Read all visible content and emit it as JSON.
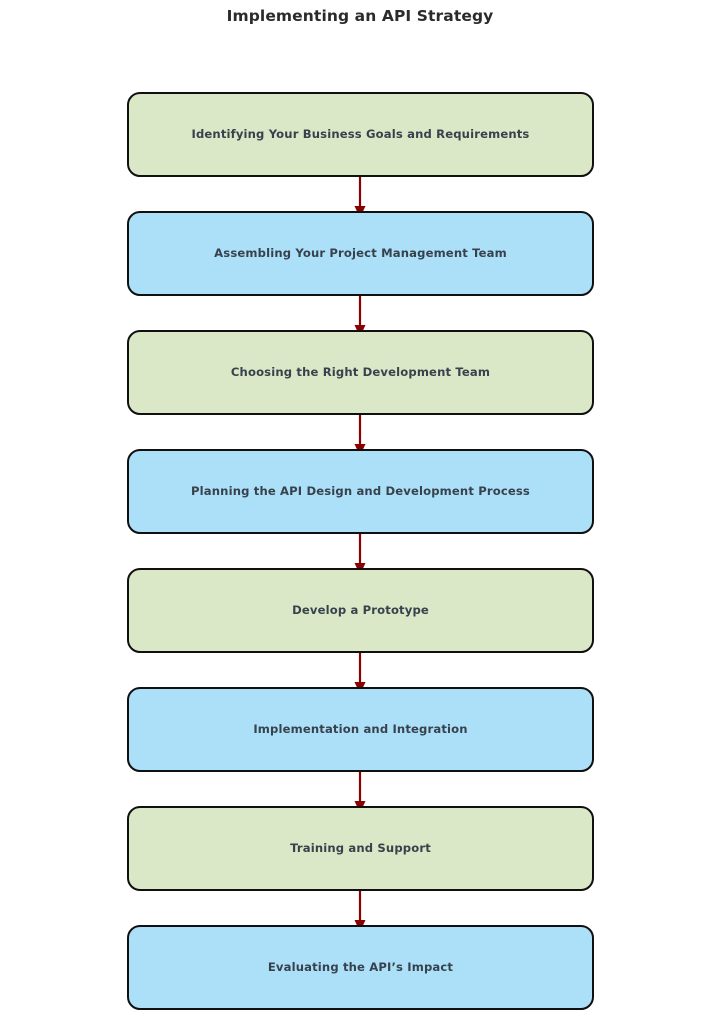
{
  "title": "Implementing an API Strategy",
  "colors": {
    "background": "#ffffff",
    "title_text": "#2b2b2b",
    "node_text": "#37424c",
    "node_border": "#101010",
    "fill_green": "#dbe8c7",
    "fill_blue": "#ace0f9",
    "arrow": "#8b0000"
  },
  "chart_data": {
    "type": "diagram",
    "diagram_type": "flowchart",
    "orientation": "top-to-bottom",
    "title": "Implementing an API Strategy",
    "node_shape": "rounded-rectangle",
    "edge_style": "straight-arrow",
    "nodes": [
      {
        "id": "step-1",
        "label": "Identifying Your Business Goals and Requirements",
        "fill": "#dbe8c7"
      },
      {
        "id": "step-2",
        "label": "Assembling Your Project Management Team",
        "fill": "#ace0f9"
      },
      {
        "id": "step-3",
        "label": "Choosing the Right Development Team",
        "fill": "#dbe8c7"
      },
      {
        "id": "step-4",
        "label": "Planning the API Design and Development Process",
        "fill": "#ace0f9"
      },
      {
        "id": "step-5",
        "label": "Develop a Prototype",
        "fill": "#dbe8c7"
      },
      {
        "id": "step-6",
        "label": "Implementation and Integration",
        "fill": "#ace0f9"
      },
      {
        "id": "step-7",
        "label": "Training and Support",
        "fill": "#dbe8c7"
      },
      {
        "id": "step-8",
        "label": "Evaluating the API’s Impact",
        "fill": "#ace0f9"
      }
    ],
    "edges": [
      {
        "from": "step-1",
        "to": "step-2",
        "label": ""
      },
      {
        "from": "step-2",
        "to": "step-3",
        "label": ""
      },
      {
        "from": "step-3",
        "to": "step-4",
        "label": ""
      },
      {
        "from": "step-4",
        "to": "step-5",
        "label": ""
      },
      {
        "from": "step-5",
        "to": "step-6",
        "label": ""
      },
      {
        "from": "step-6",
        "to": "step-7",
        "label": ""
      },
      {
        "from": "step-7",
        "to": "step-8",
        "label": ""
      }
    ]
  }
}
